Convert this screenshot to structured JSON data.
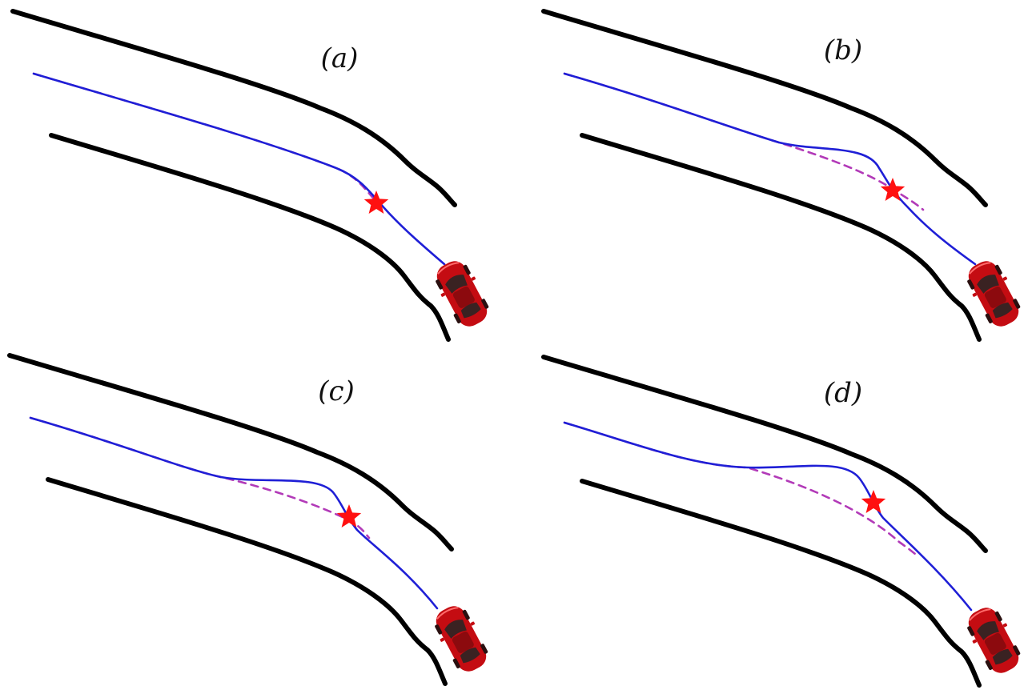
{
  "figure": {
    "panels": [
      {
        "id": "a",
        "label": "(a)"
      },
      {
        "id": "b",
        "label": "(b)"
      },
      {
        "id": "c",
        "label": "(c)"
      },
      {
        "id": "d",
        "label": "(d)"
      }
    ],
    "colors": {
      "road_edge": "#000000",
      "actual_path": "#1f1fd6",
      "reference_path": "#b23ab8",
      "marker": "#ff1010",
      "vehicle_body": "#c40c12",
      "vehicle_glass": "#3a2222"
    },
    "icons": {
      "marker": "star-icon",
      "vehicle": "car-icon"
    }
  }
}
